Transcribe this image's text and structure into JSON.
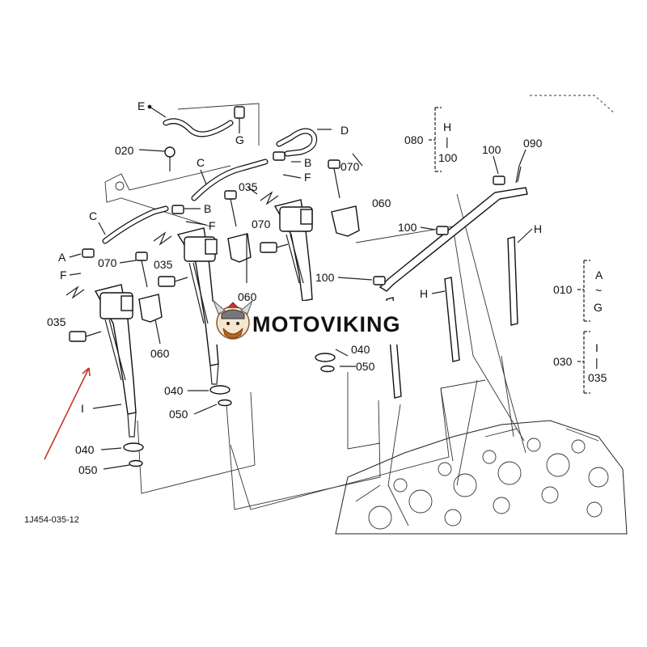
{
  "diagram": {
    "drawing_code": "1J454-035-12",
    "watermark": "MOTOVIKING",
    "labels": {
      "E": "E",
      "G": "G",
      "D": "D",
      "020": "020",
      "B1": "B",
      "F1": "F",
      "C1": "C",
      "035a": "035",
      "070a": "070",
      "C2": "C",
      "B2": "B",
      "F2": "F",
      "070b": "070",
      "060a": "060",
      "A": "A",
      "F3": "F",
      "070c": "070",
      "035b": "035",
      "035c": "035",
      "060b": "060",
      "060c": "060",
      "I1": "I",
      "040a": "040",
      "050a": "050",
      "040b": "040",
      "050b": "050",
      "040c": "040",
      "050c": "050",
      "100a": "100",
      "100b": "100",
      "100c": "100",
      "090": "090",
      "H1": "H",
      "H2": "H",
      "080": "080",
      "010": "010",
      "030": "030"
    },
    "ranges": {
      "r080": {
        "top": "H",
        "sep": "|",
        "bottom": "100"
      },
      "r010": {
        "top": "A",
        "sep": "~",
        "bottom": "G"
      },
      "r030": {
        "top": "I",
        "sep": "|",
        "bottom": "035"
      }
    },
    "colors": {
      "line": "#222222",
      "arrow": "#c0392b",
      "background": "#ffffff"
    }
  }
}
